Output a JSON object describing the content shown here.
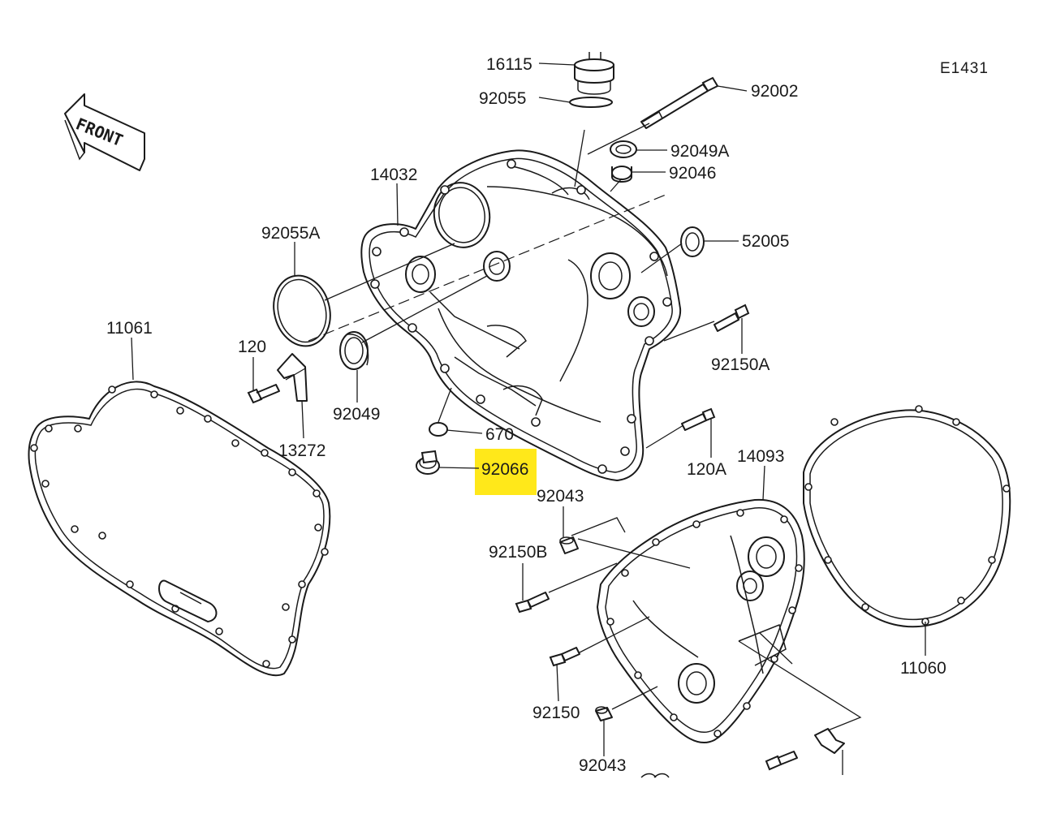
{
  "diagram": {
    "code": "E1431",
    "front_label": "FRONT",
    "highlight_color": "#ffe81a",
    "callouts": [
      {
        "id": "16115",
        "label": "16115"
      },
      {
        "id": "92055",
        "label": "92055"
      },
      {
        "id": "92002",
        "label": "92002"
      },
      {
        "id": "92049A",
        "label": "92049A"
      },
      {
        "id": "92046",
        "label": "92046"
      },
      {
        "id": "14032",
        "label": "14032"
      },
      {
        "id": "52005",
        "label": "52005"
      },
      {
        "id": "92055A",
        "label": "92055A"
      },
      {
        "id": "11061",
        "label": "11061"
      },
      {
        "id": "120",
        "label": "120"
      },
      {
        "id": "92150A",
        "label": "92150A"
      },
      {
        "id": "92049",
        "label": "92049"
      },
      {
        "id": "13272",
        "label": "13272"
      },
      {
        "id": "670",
        "label": "670"
      },
      {
        "id": "92066",
        "label": "92066",
        "highlighted": true
      },
      {
        "id": "120A",
        "label": "120A"
      },
      {
        "id": "14093",
        "label": "14093"
      },
      {
        "id": "92043a",
        "label": "92043"
      },
      {
        "id": "92150B",
        "label": "92150B"
      },
      {
        "id": "11060",
        "label": "11060"
      },
      {
        "id": "92150",
        "label": "92150"
      },
      {
        "id": "92043b",
        "label": "92043"
      }
    ]
  }
}
